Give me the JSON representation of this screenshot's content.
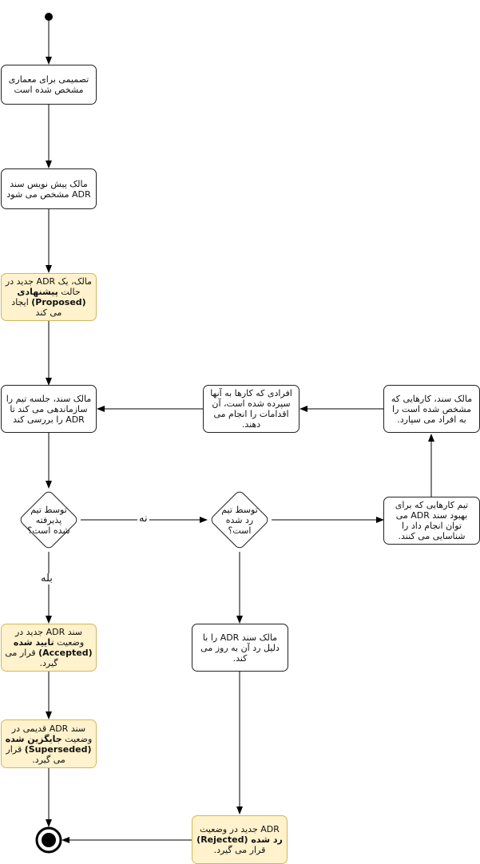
{
  "nodes": {
    "decision_made": "تصمیمی برای معماری مشخص شده است",
    "owner_assigned": "مالک پیش نویس سند ADR مشخص می شود",
    "new_adr": {
      "pre": "مالک، یک ADR جدید در حالت ",
      "bold": "پیشنهادی (Proposed)",
      "post": " ایجاد می کند"
    },
    "team_meeting": "مالک سند، جلسه تیم را سازماندهی می کند تا ADR را بررسی کند",
    "accepted_q": "توسط تیم پذیرفته شده است؟",
    "rejected_q": "توسط تیم رد شده است؟",
    "identify_tasks": "تیم کارهایی که برای بهبود سند ADR می توان انجام داد را شناسایی می کنند.",
    "assign_tasks": "مالک سند، کارهایی که مشخص شده است را به افراد می سپارد.",
    "do_tasks": "افرادی که کارها به آنها سپرده شده است، آن اقدامات را انجام می دهند.",
    "owner_updates": "مالک سند ADR را با دلیل رد آن به روز می کند.",
    "accepted": {
      "pre": "سند ADR جدید در وضعیت ",
      "bold": "تایید شده (Accepted)",
      "post": " قرار می گیرد."
    },
    "superseded": {
      "pre": "سند ADR قدیمی در وضعیت ",
      "bold": "جایگزین شده (Superseded)",
      "post": " قرار می گیرد."
    },
    "rejected": {
      "pre": "ADR جدید در وضعیت ",
      "bold": "رد شده (Rejected)",
      "post": " قرار می گیرد."
    }
  },
  "edge_labels": {
    "no": "نه",
    "yes": "بله"
  },
  "colors": {
    "highlight_fill": "#fff2cc",
    "highlight_stroke": "#d6b656",
    "line": "#000000"
  }
}
